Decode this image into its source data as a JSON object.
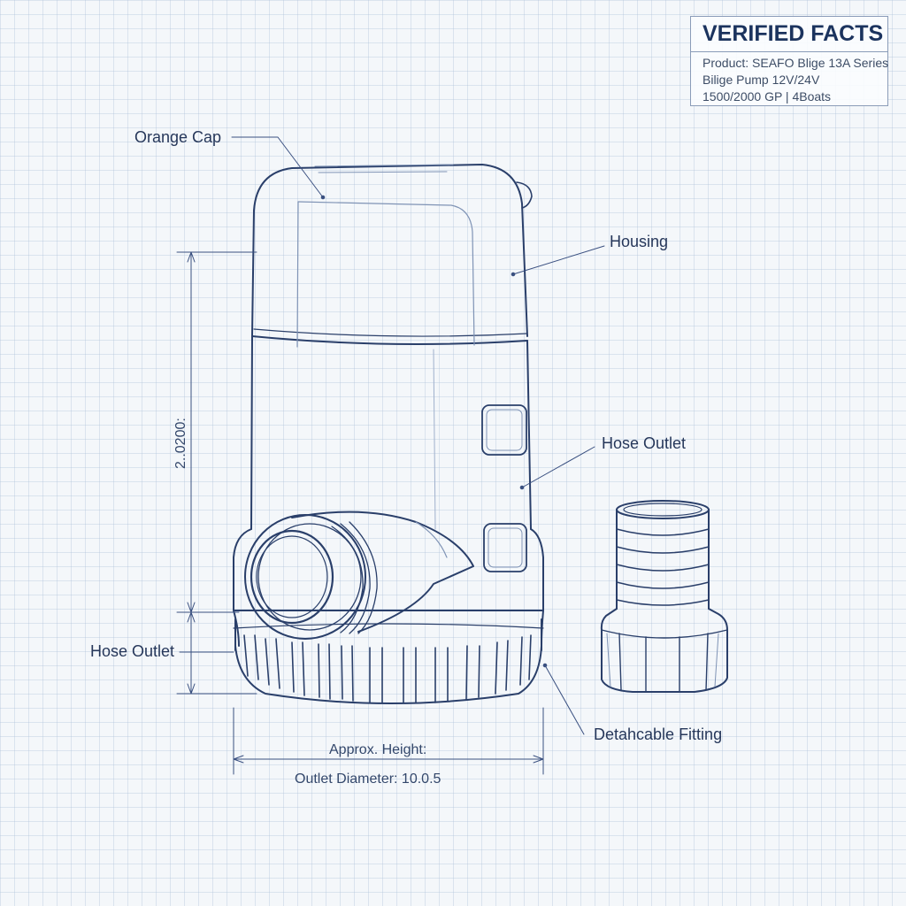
{
  "facts": {
    "title": "VERIFIED FACTS",
    "lines": [
      "Product: SEAFO Blige 13A Series",
      "Bilige Pump 12V/24V",
      "1500/2000 GP | 4Boats"
    ]
  },
  "callouts": {
    "orange_cap": "Orange Cap",
    "housing": "Housing",
    "hose_outlet_right": "Hose Outlet",
    "hose_outlet_left": "Hose Outlet",
    "detachable_fitting": "Detahcable Fitting"
  },
  "dimensions": {
    "vertical": "2..0200:",
    "approx_height": "Approx. Height:",
    "outlet_diameter": "Outlet Diameter: 10.0.5"
  },
  "colors": {
    "ink": "#2a3f6a",
    "ink_light": "#7f93b5",
    "paper": "#f4f7fa"
  }
}
